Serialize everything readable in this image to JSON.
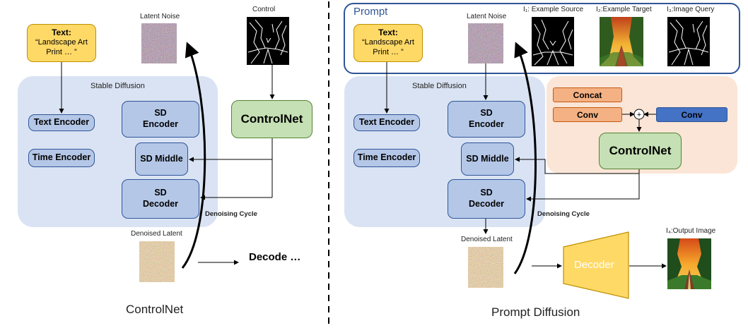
{
  "left": {
    "latent_noise_label": "Latent Noise",
    "control_label": "Control",
    "text_title": "Text:",
    "text_body": "“Landscape Art Print … ”",
    "stable_diffusion_label": "Stable Diffusion",
    "text_encoder": "Text Encoder",
    "time_encoder": "Time Encoder",
    "sd_encoder": "SD Encoder",
    "sd_middle": "SD Middle",
    "sd_decoder": "SD Decoder",
    "controlnet": "ControlNet",
    "denoising_cycle": "Denoising Cycle",
    "denoised_latent_label": "Denoised Latent",
    "decode_label": "Decode …",
    "caption": "ControlNet"
  },
  "right": {
    "prompt_label": "Prompt",
    "latent_noise_label": "Latent Noise",
    "i1_label": "I₁: Example Source",
    "i2_label": "I₂:Example Target",
    "i3_label": "I₃:Image Query",
    "text_title": "Text:",
    "text_body": "“Landscape Art Print … ”",
    "stable_diffusion_label": "Stable Diffusion",
    "text_encoder": "Text Encoder",
    "time_encoder": "Time Encoder",
    "sd_encoder": "SD Encoder",
    "sd_middle": "SD Middle",
    "sd_decoder": "SD Decoder",
    "concat": "Concat",
    "conv_left": "Conv",
    "conv_right": "Conv",
    "plus": "+",
    "controlnet": "ControlNet",
    "denoising_cycle": "Denoising Cycle",
    "denoised_latent_label": "Denoised Latent",
    "decoder": "Decoder",
    "i4_label": "I₄:Output Image",
    "caption": "Prompt Diffusion"
  },
  "colors": {
    "sd_panel": "#dae3f3",
    "sd_block": "#b4c7e7",
    "controlnet": "#c5e0b4",
    "text_box": "#ffd966",
    "peach_panel": "#fbe5d6",
    "orange_block": "#f4b183",
    "blue_block": "#4472c4",
    "prompt_border": "#2f5597",
    "decoder": "#ffd966"
  }
}
